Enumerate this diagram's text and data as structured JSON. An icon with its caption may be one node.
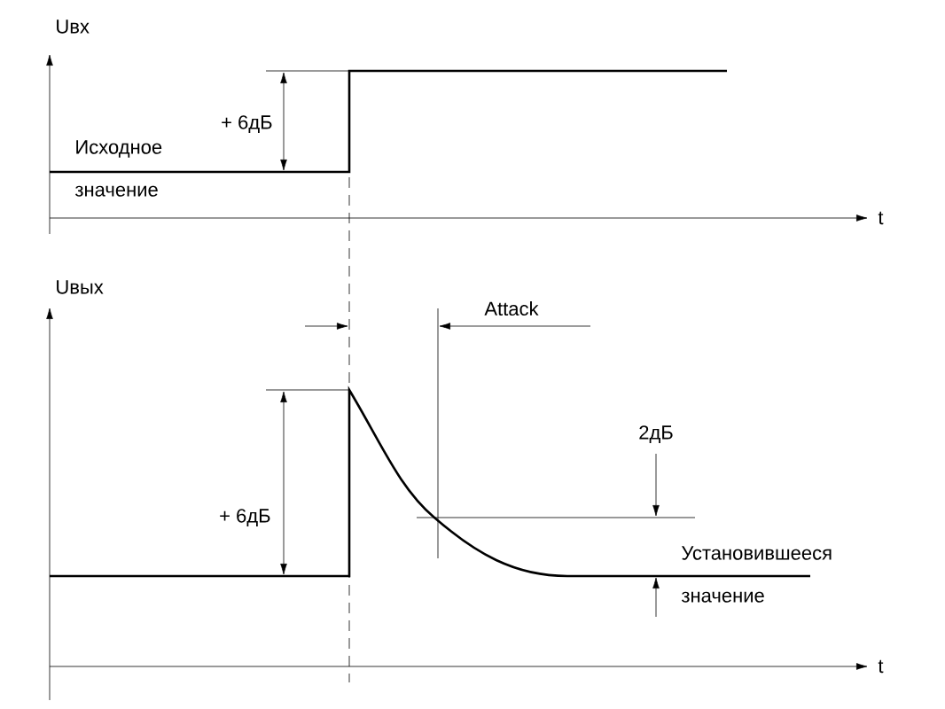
{
  "diagram": {
    "labels": [
      "Uвх",
      "+ 6дБ",
      "Исходное значение",
      "t",
      "Uвых",
      "Attack",
      "+ 6дБ",
      "2дБ",
      "Установившееся значение",
      "t"
    ]
  }
}
